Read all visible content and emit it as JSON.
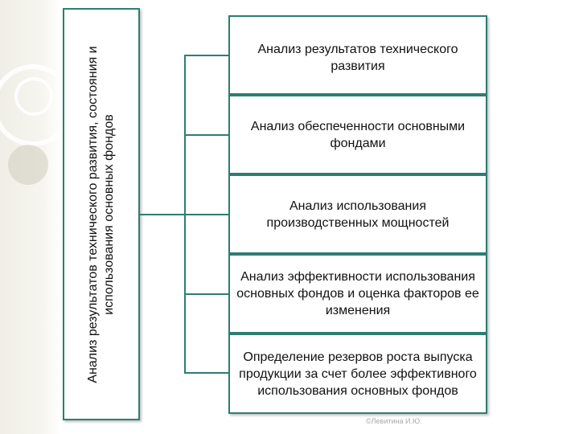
{
  "title": "Анализ результатов технического развития, состояния и использования основных фондов",
  "items": [
    {
      "label": "Анализ результатов технического развития"
    },
    {
      "label": "Анализ обеспеченности основными фондами"
    },
    {
      "label": "Анализ использования производственных мощностей"
    },
    {
      "label": "Анализ эффективности использования основных фондов и оценка факторов ее изменения"
    },
    {
      "label": "Определение резервов роста выпуска продукции за счет более эффективного использования основных фондов"
    }
  ],
  "footer": "©Левитина И.Ю.",
  "colors": {
    "border": "#2e7d72"
  }
}
